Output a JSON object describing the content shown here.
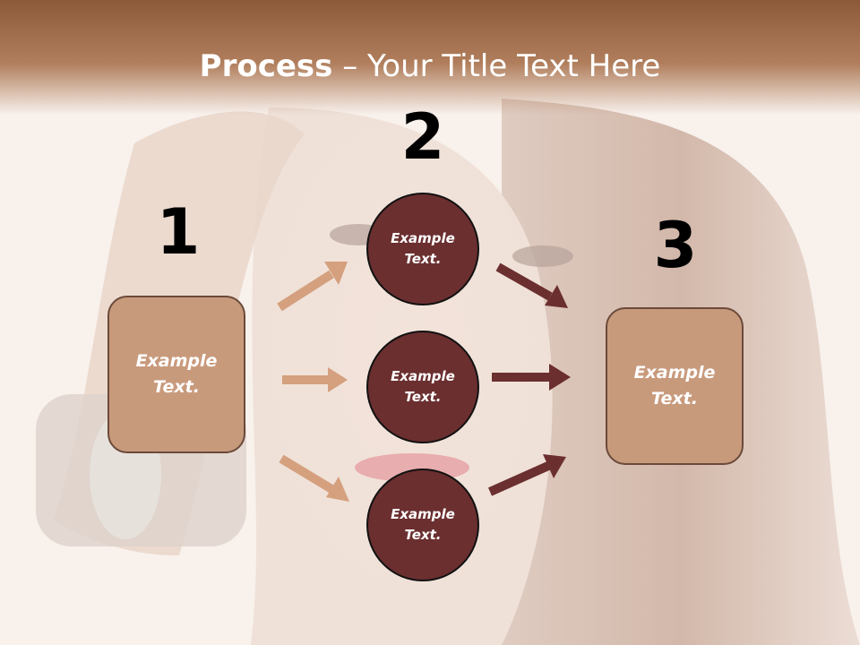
{
  "title": {
    "bold": "Process",
    "dash": " – ",
    "rest": "Your Title Text Here"
  },
  "steps": [
    {
      "number": "1",
      "label": "Example Text."
    },
    {
      "number": "2",
      "labels": [
        "Example Text.",
        "Example Text.",
        "Example Text."
      ]
    },
    {
      "number": "3",
      "label": "Example Text."
    }
  ],
  "colors": {
    "light_arrow": "#d4a07e",
    "dark_arrow": "#6b2f30",
    "box_fill": "#c89a7c",
    "circle_fill": "#6b2f30",
    "title_bar": "#9b6a48"
  }
}
